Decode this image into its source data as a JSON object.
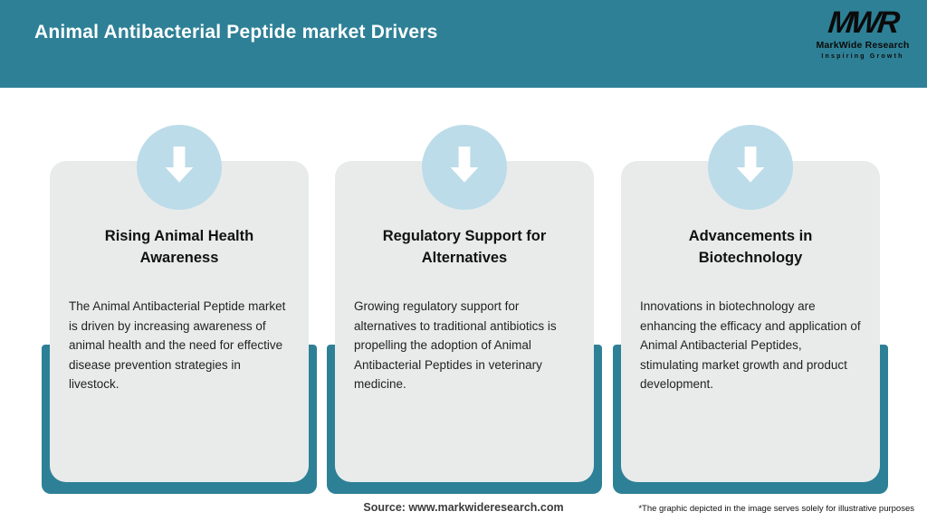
{
  "colors": {
    "teal": "#2E8096",
    "circle_blue": "#BCDCE9",
    "card_background": "#E9EBEB",
    "header_text": "#FFFFFF",
    "body_text": "#222222"
  },
  "header": {
    "title": "Animal Antibacterial Peptide market Drivers",
    "logo": {
      "monogram": "MWR",
      "name": "MarkWide Research",
      "tagline": "Inspiring Growth"
    }
  },
  "cards": [
    {
      "icon": "arrow-down-icon",
      "title": "Rising Animal Health Awareness",
      "body": "The Animal Antibacterial Peptide market is driven by increasing awareness of animal health and the need for effective disease prevention strategies in livestock."
    },
    {
      "icon": "arrow-down-icon",
      "title": "Regulatory Support for Alternatives",
      "body": "Growing regulatory support for alternatives to traditional antibiotics is propelling the adoption of Animal Antibacterial Peptides in veterinary medicine."
    },
    {
      "icon": "arrow-down-icon",
      "title": "Advancements in Biotechnology",
      "body": "Innovations in biotechnology are enhancing the efficacy and application of Animal Antibacterial Peptides, stimulating market growth and product development."
    }
  ],
  "footer": {
    "source": "Source: www.markwideresearch.com",
    "disclaimer": "*The graphic depicted in the image serves solely for illustrative purposes"
  }
}
